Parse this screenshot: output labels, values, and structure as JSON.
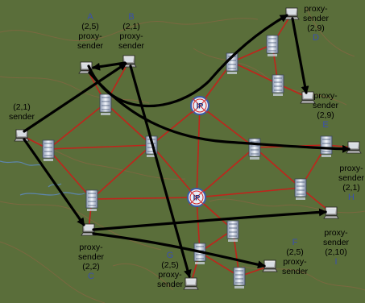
{
  "colors": {
    "background": "#5a6e3a",
    "map_lines": "#7b6840",
    "link": "#c0241c",
    "flow": "#000000",
    "label_text": "#000000",
    "letter_text": "#3a4fb0",
    "router_bg": "#e8eef7",
    "router_border": "#3b5aa8"
  },
  "routers": [
    {
      "id": "router-top",
      "caption": "IP"
    },
    {
      "id": "router-bottom",
      "caption": "IP"
    }
  ],
  "hosts": [
    {
      "id": "A",
      "letter": "A",
      "pair": "(2,5)",
      "role": "proxy-sender"
    },
    {
      "id": "B",
      "letter": "B",
      "pair": "(2,1)",
      "role": "proxy-sender"
    },
    {
      "id": "C",
      "letter": "C",
      "pair": "(2,2)",
      "role": "proxy-sender"
    },
    {
      "id": "D",
      "letter": "D",
      "pair": "(2,9)",
      "role": "proxy-sender"
    },
    {
      "id": "E",
      "letter": "E",
      "pair": "(2,9)",
      "role": "proxy-sender"
    },
    {
      "id": "F",
      "letter": "F",
      "pair": "(2,5)",
      "role": "proxy-sender"
    },
    {
      "id": "G",
      "letter": "G",
      "pair": "(2,5)",
      "role": "proxy-sender"
    },
    {
      "id": "H",
      "letter": "H",
      "pair": "(2,1)",
      "role": "proxy-sender"
    },
    {
      "id": "I",
      "letter": "I",
      "pair": "(2,10)",
      "role": "proxy-sender"
    },
    {
      "id": "S",
      "letter": "",
      "pair": "(2,1)",
      "role": "sender"
    }
  ],
  "flows": [
    {
      "from": "S",
      "to": "B"
    },
    {
      "from": "S",
      "to": "C"
    },
    {
      "from": "A",
      "to": "D"
    },
    {
      "from": "A",
      "to": "H"
    },
    {
      "from": "B",
      "to": "G"
    },
    {
      "from": "B",
      "to": "A"
    },
    {
      "from": "D",
      "to": "E"
    },
    {
      "from": "C",
      "to": "I"
    },
    {
      "from": "C",
      "to": "F"
    }
  ]
}
